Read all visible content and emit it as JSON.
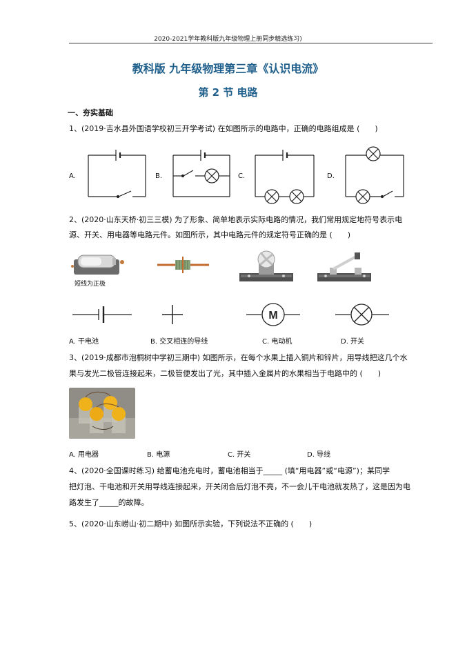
{
  "header": {
    "running_title": "2020-2021学年教科版九年级物理上册同步精选练习)"
  },
  "title": "教科版 九年级物理第三章《认识电流》",
  "subtitle": "第 2 节 电路",
  "section": "一、夯实基础",
  "questions": [
    {
      "text": "1、(2019·吉水县外国语学校初三开学考试) 在如图所示的电路中，正确的电路组成是 (　　)",
      "options": [
        "A.",
        "B.",
        "C.",
        "D."
      ]
    },
    {
      "line1": "2、(2020·山东天桥·初三三模) 为了形象、简单地表示实际电路的情况，我们常用规定地符号表示电",
      "line2": "源、开关、用电器等电路元件。如图所示，其中电路元件的规定符号正确的是 (　　)",
      "battery_caption": "短线为正极",
      "motor_symbol": "M",
      "options": [
        "A. 干电池",
        "B. 交叉相连的导线",
        "C. 电动机",
        "D. 开关"
      ]
    },
    {
      "line1": "3、(2019·成都市泡桐树中学初三期中) 如图所示，在每个水果上插入铜片和锌片，用导线把这几个水",
      "line2": "果与发光二极管连接起来，二极管便发出了光，其中插入金属片的水果相当于电路中的 (　　)",
      "options": [
        "A. 用电器",
        "B. 电源",
        "C. 开关",
        "D. 导线"
      ]
    },
    {
      "line1": "4、(2020·全国课时练习) 给蓄电池充电时，蓄电池相当于_____ (填“用电器”或“电源”)；某同学",
      "line2": "把灯泡、干电池和开关用导线连接起来，开关闭合后灯泡不亮，不一会儿干电池就发热了，这是因为电",
      "line3": "路发生了_____的故障。"
    },
    {
      "text": "5、(2020·山东崂山·初二期中) 如图所示实验，下列说法不正确的 (　　)"
    }
  ],
  "colors": {
    "title": "#1f5f8b",
    "text": "#111111"
  }
}
